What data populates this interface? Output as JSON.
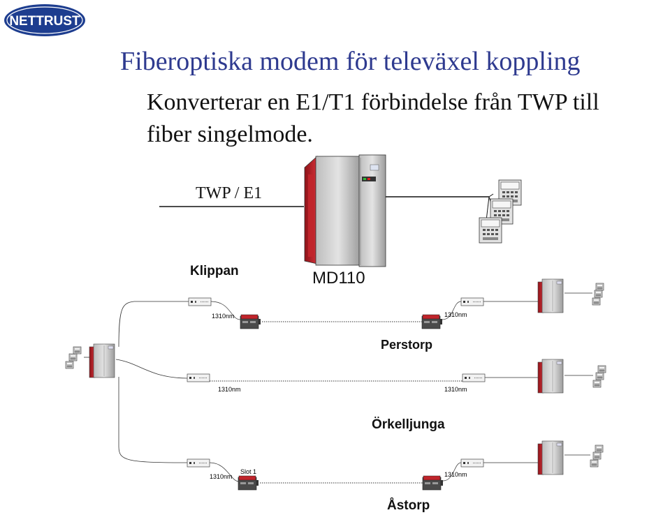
{
  "logo": {
    "text": "NETTRUST",
    "color": "#1d3d8f"
  },
  "title": "Fiberoptiska modem för televäxel koppling",
  "subtitle": "Konverterar en E1/T1 förbindelse från TWP till fiber singelmode.",
  "link_label": "TWP / E1",
  "central_label": "MD110",
  "sites": {
    "klippan": "Klippan",
    "perstorp": "Perstorp",
    "orkelljunga": "Örkelljunga",
    "astorp": "Åstorp"
  },
  "wavelengths": {
    "perstorp_left": "1310nm",
    "perstorp_right": "1310nm",
    "orkelljunga_left": "1310nm",
    "orkelljunga_right": "1310nm",
    "astorp_left": "1310nm",
    "astorp_right": "1310nm"
  },
  "slot_label": "Slot 1",
  "colors": {
    "title": "#2e3a8f",
    "cabinet_red": "#c0242b",
    "cabinet_grey": "#a9a9a9"
  }
}
